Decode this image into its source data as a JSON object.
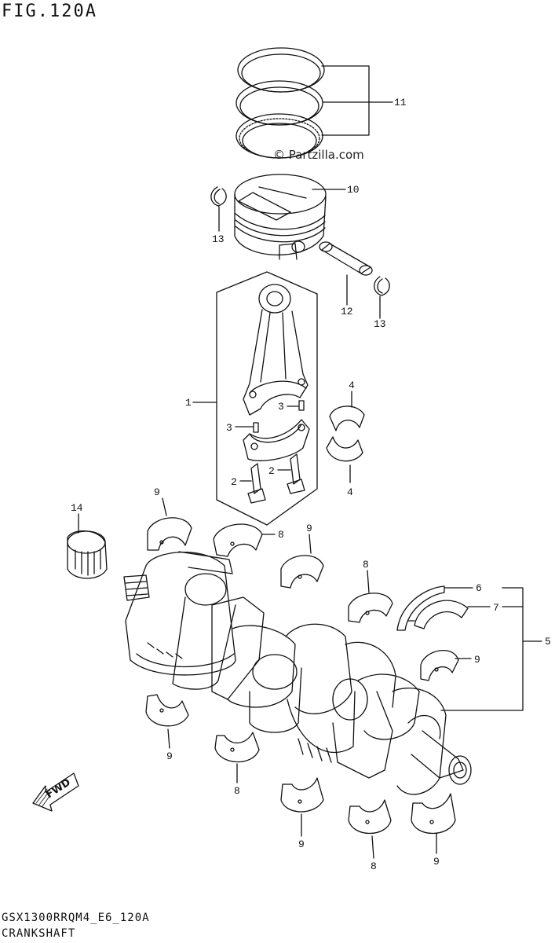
{
  "title": "FIG.120A",
  "watermark": "© Partzilla.com",
  "footer": {
    "code": "GSX1300RRQM4_E6_120A",
    "caption": "CRANKSHAFT"
  },
  "fwd_label": "FWD",
  "callouts": {
    "c11": "11",
    "c10": "10",
    "c13a": "13",
    "c12": "12",
    "c13b": "13",
    "c1": "1",
    "c3a": "3",
    "c3b": "3",
    "c2a": "2",
    "c2b": "2",
    "c4a": "4",
    "c4b": "4",
    "c14": "14",
    "c9a": "9",
    "c8a": "8",
    "c9b": "9",
    "c8b": "8",
    "c6": "6",
    "c7": "7",
    "c5": "5",
    "c9c": "9",
    "c9d": "9",
    "c8c": "8",
    "c9e": "9",
    "c8d": "8",
    "c9f": "9"
  }
}
